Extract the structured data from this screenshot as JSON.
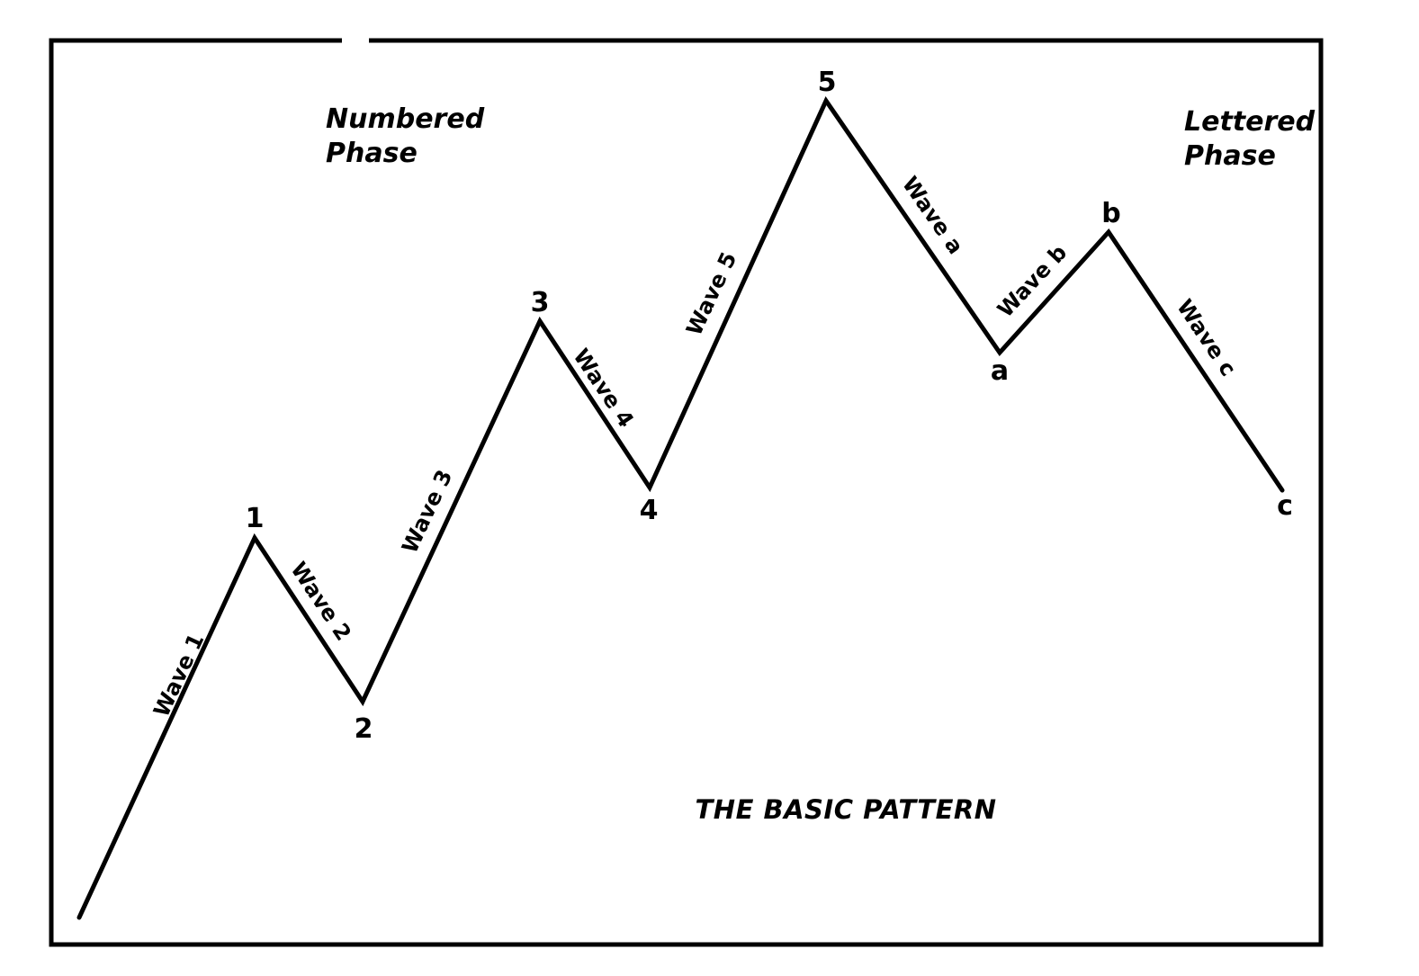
{
  "title": "THE BASIC PATTERN",
  "phases": {
    "numbered": [
      "Numbered",
      "Phase"
    ],
    "lettered": [
      "Lettered",
      "Phase"
    ]
  },
  "colors": {
    "ink": "#000000",
    "paper": "#ffffff"
  },
  "vertices": [
    {
      "id": "start",
      "label": ""
    },
    {
      "id": "1",
      "label": "1"
    },
    {
      "id": "2",
      "label": "2"
    },
    {
      "id": "3",
      "label": "3"
    },
    {
      "id": "4",
      "label": "4"
    },
    {
      "id": "5",
      "label": "5"
    },
    {
      "id": "a",
      "label": "a"
    },
    {
      "id": "b",
      "label": "b"
    },
    {
      "id": "c",
      "label": "c"
    }
  ],
  "waves": [
    {
      "label": "Wave 1",
      "from": "start",
      "to": "1",
      "direction": "up"
    },
    {
      "label": "Wave 2",
      "from": "1",
      "to": "2",
      "direction": "down"
    },
    {
      "label": "Wave 3",
      "from": "2",
      "to": "3",
      "direction": "up"
    },
    {
      "label": "Wave 4",
      "from": "3",
      "to": "4",
      "direction": "down"
    },
    {
      "label": "Wave 5",
      "from": "4",
      "to": "5",
      "direction": "up"
    },
    {
      "label": "Wave a",
      "from": "5",
      "to": "a",
      "direction": "down"
    },
    {
      "label": "Wave b",
      "from": "a",
      "to": "b",
      "direction": "up"
    },
    {
      "label": "Wave c",
      "from": "b",
      "to": "c",
      "direction": "down"
    }
  ]
}
